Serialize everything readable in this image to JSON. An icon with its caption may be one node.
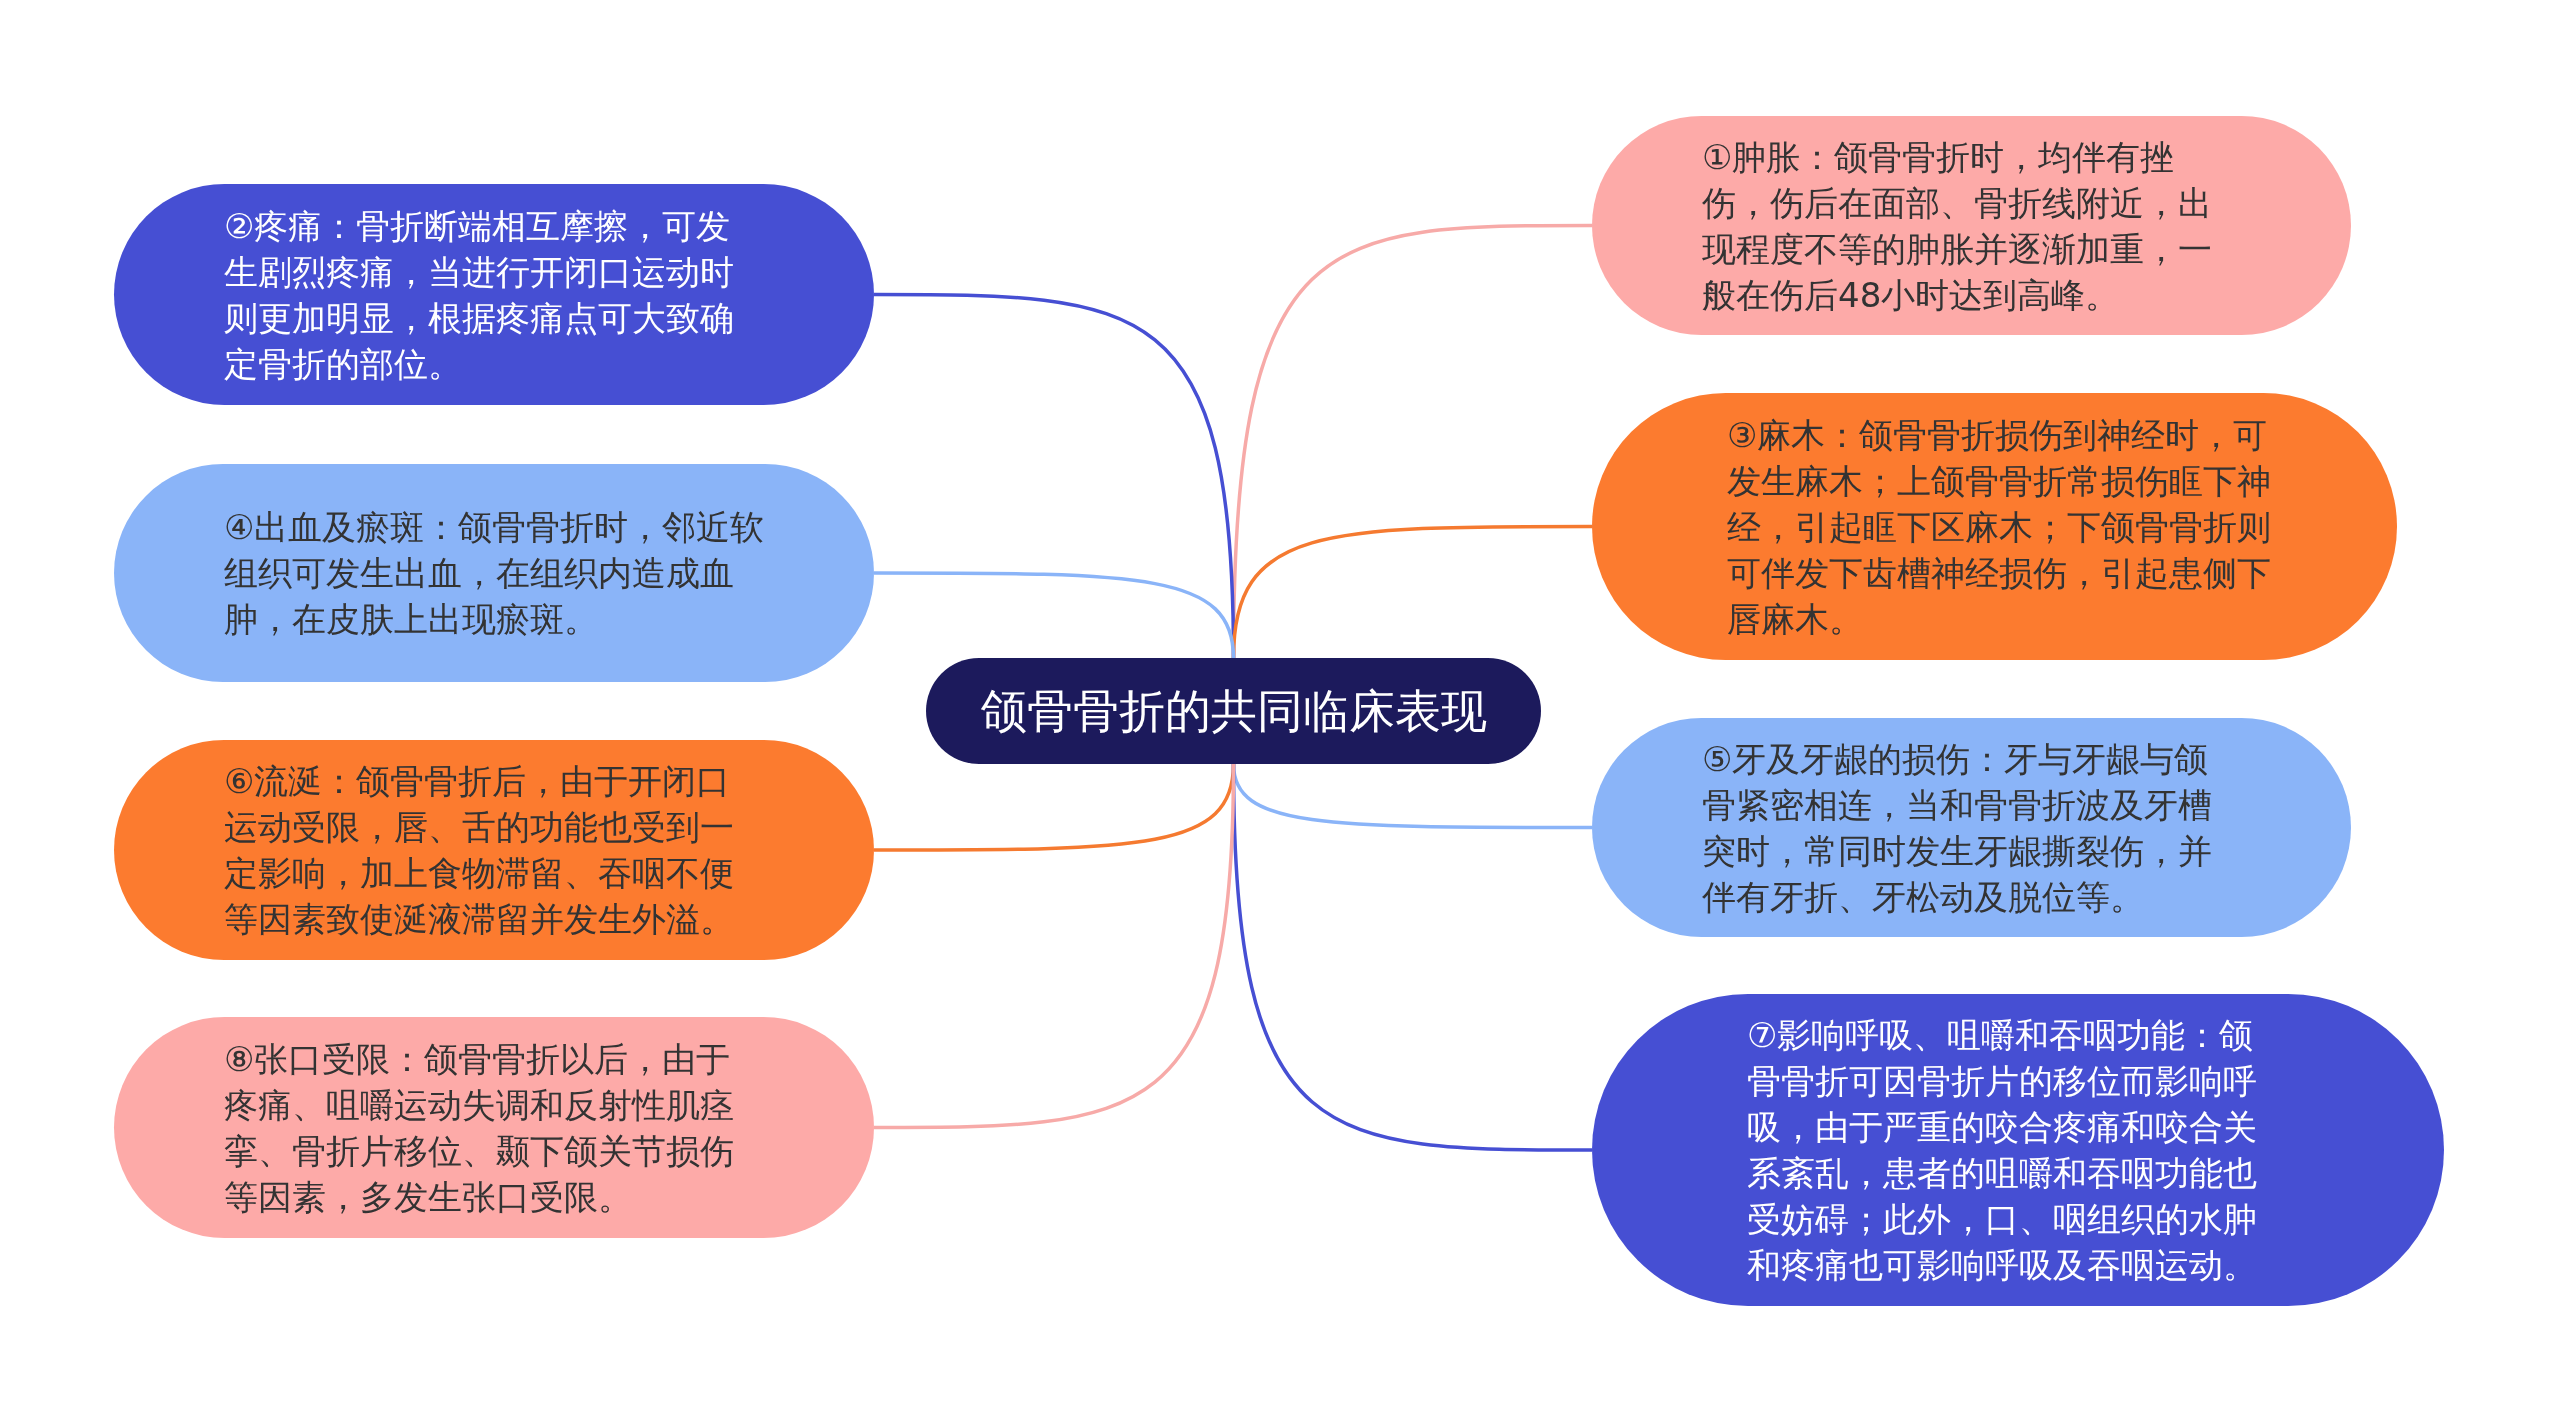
{
  "diagram": {
    "nodes": [
      {
        "text": [
          "颌骨骨折的共同临床表现"
        ]
      },
      {
        "text": [
          "①肿胀：颌骨骨折时，均伴有挫伤，伤后在面部、骨折线附近，出现程度不等的肿胀并逐渐加重，一般在伤后48小时达到高峰。"
        ]
      },
      {
        "text": [
          "②疼痛：骨折断端相互摩擦，可发生剧烈疼痛，当进行开闭口运动时则更加明显，根据疼痛点可大致确定骨折的部位。"
        ]
      },
      {
        "text": [
          "③麻木：颌骨骨折损伤到神经时，可发生麻木；上颌骨骨折常损伤眶下神经，引起眶下区麻木；下颌骨骨折则可伴发下齿槽神经损伤，引起患侧下唇麻木。"
        ]
      },
      {
        "text": [
          "④出血及瘀斑：颌骨骨折时，邻近软组织可发生出血，在组织内造成血肿，在皮肤上出现瘀斑。"
        ]
      },
      {
        "text": [
          "⑤牙及牙龈的损伤：牙与牙龈与颌骨紧密相连，当和骨骨折波及牙槽突时，常同时发生牙龈撕裂伤，并伴有牙折、牙松动及脱位等。"
        ]
      },
      {
        "text": [
          "⑥流涎：颌骨骨折后，由于开闭口运动受限，唇、舌的功能也受到一定影响，加上食物滞留、吞咽不便等因素致使涎液滞留并发生外溢。"
        ]
      },
      {
        "text": [
          "⑦影响呼吸、咀嚼和吞咽功能：颌骨骨折可因骨折片的移位而影响呼吸，由于严重的咬合疼痛和咬合关系紊乱，患者的咀嚼和吞咽功能也受妨碍；此外，口、咽组织的水肿和疼痛也可影响呼吸及吞咽运动。"
        ]
      },
      {
        "text": [
          "⑧张口受限：颌骨骨折以后，由于疼痛、咀嚼运动失调和反射性肌痉挛、骨折片移位、颞下颌关节损伤等因素，多发生张口受限。"
        ]
      }
    ],
    "edges": [
      {
        "from": 0,
        "to": 1,
        "arrow": "none",
        "color": "#f7aaa8"
      },
      {
        "from": 0,
        "to": 2,
        "arrow": "none",
        "color": "#464fd3"
      },
      {
        "from": 0,
        "to": 3,
        "arrow": "none",
        "color": "#f57a30"
      },
      {
        "from": 0,
        "to": 4,
        "arrow": "none",
        "color": "#8ab4f8"
      },
      {
        "from": 0,
        "to": 5,
        "arrow": "none",
        "color": "#8ab4f8"
      },
      {
        "from": 0,
        "to": 6,
        "arrow": "none",
        "color": "#f57a30"
      },
      {
        "from": 0,
        "to": 7,
        "arrow": "none",
        "color": "#464fd3"
      },
      {
        "from": 0,
        "to": 8,
        "arrow": "none",
        "color": "#f7aaa8"
      }
    ]
  }
}
